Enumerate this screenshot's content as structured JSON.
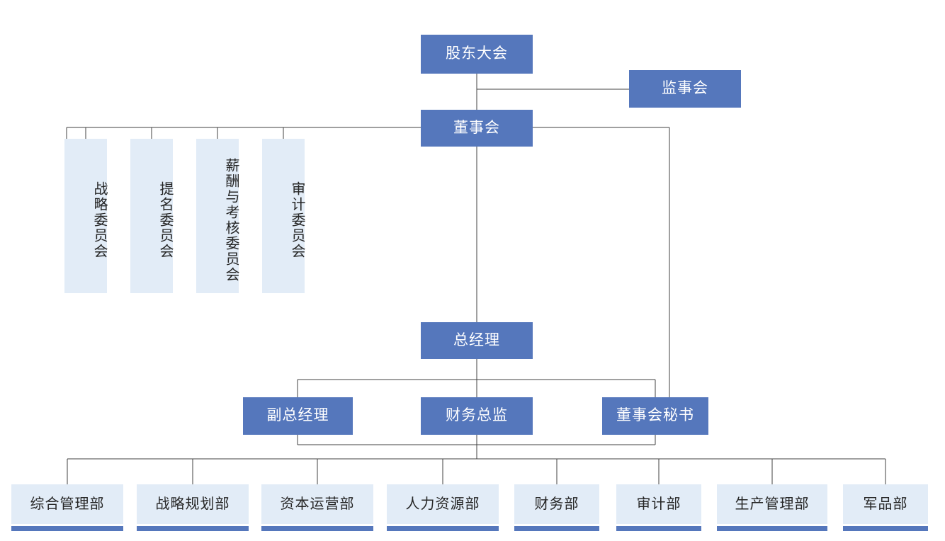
{
  "chart_data": {
    "type": "diagram",
    "diagram_type": "organization-chart",
    "title": "",
    "colors": {
      "solid_node_fill": "#5577BC",
      "solid_node_text": "#FFFFFF",
      "light_node_fill": "#E2ECF7",
      "light_node_text": "#262626",
      "accent_bar": "#5577BC",
      "connector_line": "#404040",
      "background": "#FFFFFF"
    },
    "levels": [
      {
        "level": 1,
        "nodes": [
          "shareholders-meeting"
        ]
      },
      {
        "level": 1,
        "nodes": [
          "supervisory-board"
        ]
      },
      {
        "level": 2,
        "nodes": [
          "board-of-directors"
        ]
      },
      {
        "level": 3,
        "nodes": [
          "strategy-committee",
          "nomination-committee",
          "compensation-committee",
          "audit-committee"
        ]
      },
      {
        "level": 4,
        "nodes": [
          "general-manager"
        ]
      },
      {
        "level": 5,
        "nodes": [
          "deputy-general-manager",
          "cfo",
          "board-secretary"
        ]
      },
      {
        "level": 6,
        "nodes": [
          "dept-1",
          "dept-2",
          "dept-3",
          "dept-4",
          "dept-5",
          "dept-6",
          "dept-7",
          "dept-8"
        ]
      }
    ],
    "edges": [
      {
        "from": "shareholders-meeting",
        "to": "supervisory-board"
      },
      {
        "from": "shareholders-meeting",
        "to": "board-of-directors"
      },
      {
        "from": "board-of-directors",
        "to": "strategy-committee"
      },
      {
        "from": "board-of-directors",
        "to": "nomination-committee"
      },
      {
        "from": "board-of-directors",
        "to": "compensation-committee"
      },
      {
        "from": "board-of-directors",
        "to": "audit-committee"
      },
      {
        "from": "board-of-directors",
        "to": "general-manager"
      },
      {
        "from": "board-of-directors",
        "to": "board-secretary"
      },
      {
        "from": "general-manager",
        "to": "deputy-general-manager"
      },
      {
        "from": "general-manager",
        "to": "cfo"
      },
      {
        "from": "general-manager",
        "to": "board-secretary"
      },
      {
        "from": "cfo",
        "to": "dept-1"
      },
      {
        "from": "cfo",
        "to": "dept-2"
      },
      {
        "from": "cfo",
        "to": "dept-3"
      },
      {
        "from": "cfo",
        "to": "dept-4"
      },
      {
        "from": "cfo",
        "to": "dept-5"
      },
      {
        "from": "cfo",
        "to": "dept-6"
      },
      {
        "from": "cfo",
        "to": "dept-7"
      },
      {
        "from": "cfo",
        "to": "dept-8"
      }
    ]
  },
  "nodes": {
    "shareholders_meeting": {
      "label": "股东大会"
    },
    "supervisory_board": {
      "label": "监事会"
    },
    "board_of_directors": {
      "label": "董事会"
    },
    "general_manager": {
      "label": "总经理"
    },
    "deputy_general_manager": {
      "label": "副总经理"
    },
    "cfo": {
      "label": "财务总监"
    },
    "board_secretary": {
      "label": "董事会秘书"
    }
  },
  "committees": [
    {
      "label": "战略委员会"
    },
    {
      "label": "提名委员会"
    },
    {
      "label": "薪酬与考核委员会"
    },
    {
      "label": "审计委员会"
    }
  ],
  "departments": [
    {
      "label": "综合管理部"
    },
    {
      "label": "战略规划部"
    },
    {
      "label": "资本运营部"
    },
    {
      "label": "人力资源部"
    },
    {
      "label": "财务部"
    },
    {
      "label": "审计部"
    },
    {
      "label": "生产管理部"
    },
    {
      "label": "军品部"
    }
  ]
}
